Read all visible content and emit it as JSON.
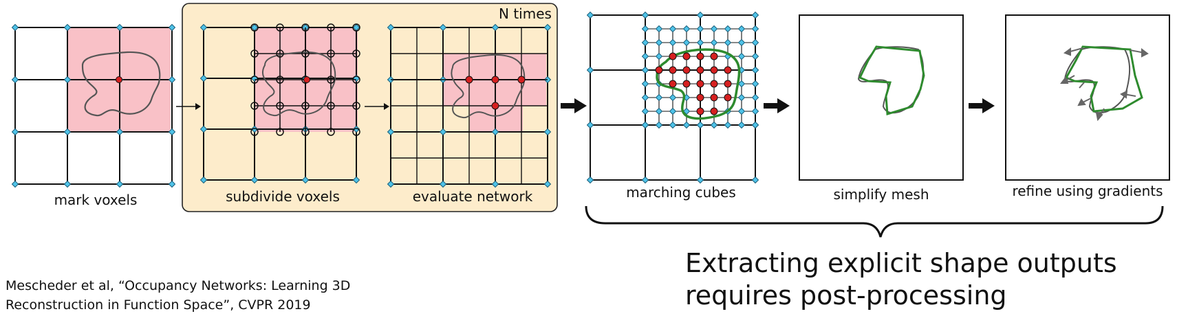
{
  "stages": {
    "mark": {
      "label": "mark voxels"
    },
    "subdivide": {
      "label": "subdivide voxels"
    },
    "evaluate": {
      "label": "evaluate network"
    },
    "marching": {
      "label": "marching cubes"
    },
    "simplify": {
      "label": "simplify mesh"
    },
    "refine": {
      "label": "refine using gradients"
    }
  },
  "loop_box": {
    "label": "N times"
  },
  "headline": {
    "line1": "Extracting explicit shape outputs",
    "line2": "requires post-processing"
  },
  "citation": {
    "line1": "Mescheder et al, “Occupancy Networks: Learning 3D",
    "line2": "Reconstruction in Function Space”, CVPR 2019"
  },
  "colors": {
    "voxel_fill": "#f9c1c7",
    "loop_box_fill": "#fdeccb",
    "corner_node": "#4fc3e8",
    "occupied_point": "#d62020",
    "mesh": "#2e8b2e",
    "curve": "#555555"
  }
}
